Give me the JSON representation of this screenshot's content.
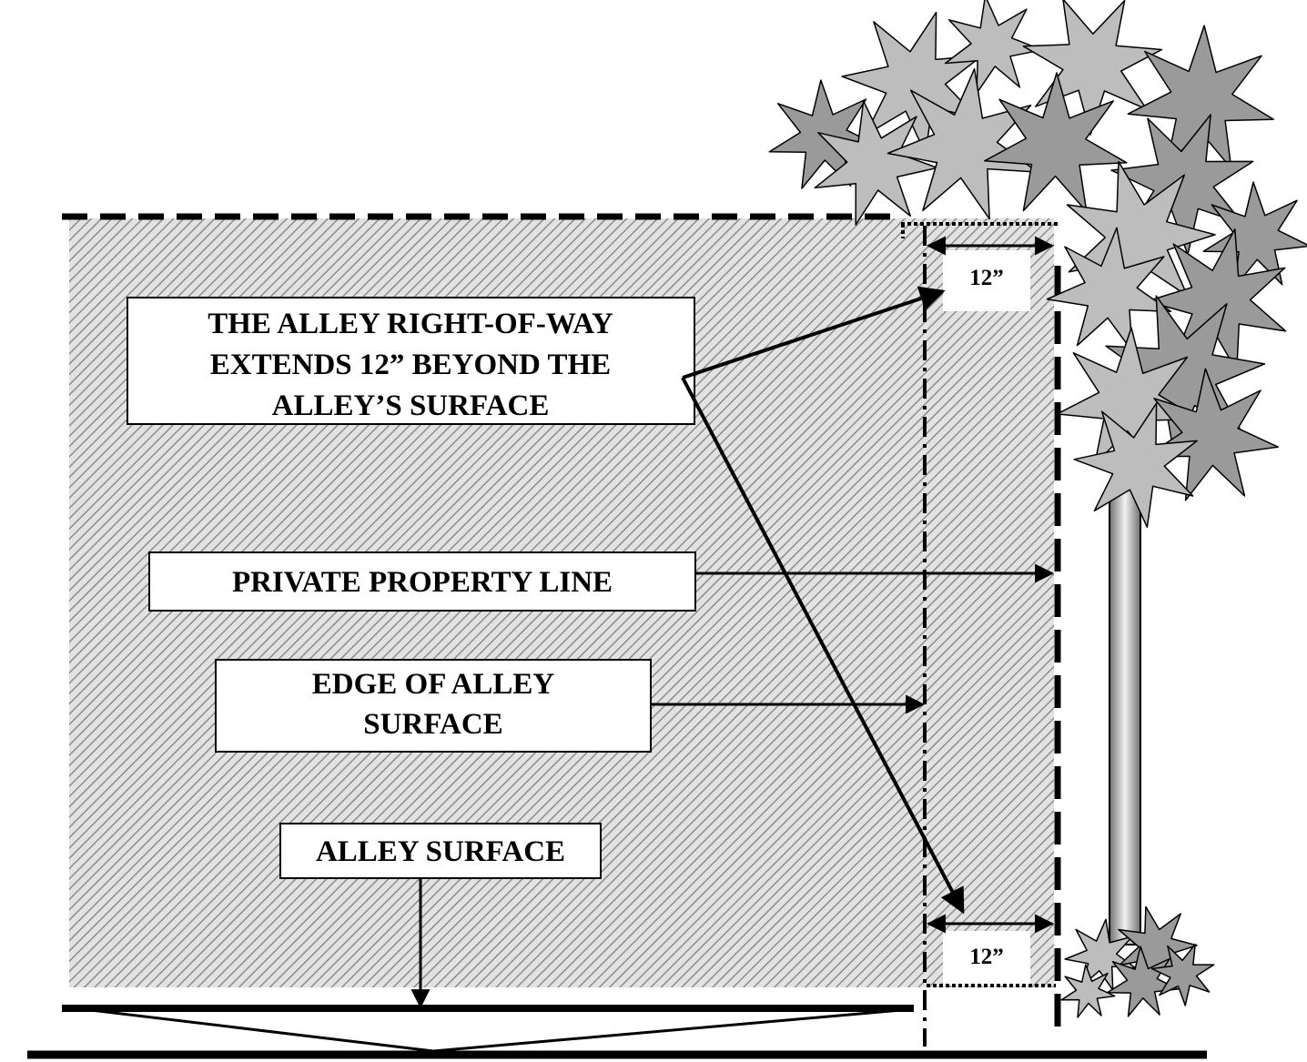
{
  "labels": {
    "right_of_way": {
      "line1": "THE ALLEY RIGHT-OF-WAY",
      "line2": "EXTENDS 12” BEYOND THE",
      "line3": "ALLEY’S SURFACE"
    },
    "property_line": "PRIVATE PROPERTY LINE",
    "edge_of_surface": {
      "line1": "EDGE OF ALLEY",
      "line2": "SURFACE"
    },
    "alley_surface": "ALLEY SURFACE",
    "dimension_top": "12”",
    "dimension_bottom": "12”"
  },
  "colors": {
    "hatch_line": "#8c8c8c",
    "hatch_bg": "#e2e2e2",
    "leaf_light": "#bdbdbd",
    "leaf_dark": "#9a9a9a",
    "trunk_edge": "#6f6f6f",
    "trunk_center": "#f2f2f2",
    "stroke": "#000000"
  }
}
